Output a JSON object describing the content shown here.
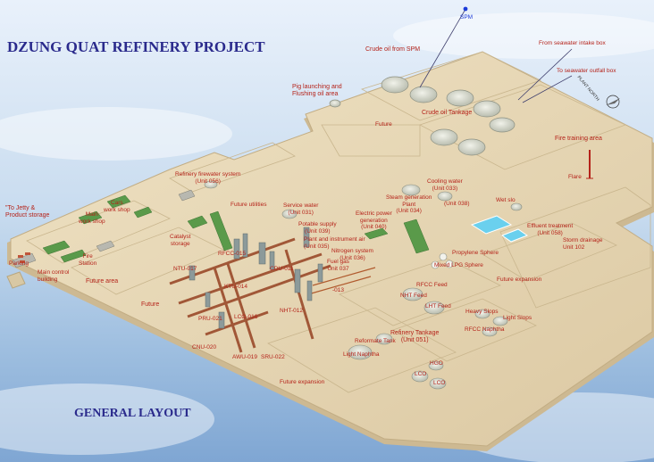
{
  "title": "DZUNG QUAT REFINERY PROJECT",
  "subtitle": "GENERAL LAYOUT",
  "north_label": "PLANT NORTH",
  "colors": {
    "label": "#b5231a",
    "title": "#2a2a8c",
    "ground": "#e6d6b4",
    "pipe": "#9a4a2a",
    "tank": "#cfd2c4",
    "building_green": "#5a9a4a",
    "pond": "#6ad0ee"
  },
  "labels": {
    "spm": "SPM",
    "crude_from_spm": "Crude oil from SPM",
    "seawater_intake": "From seawater intake box",
    "seawater_outfall": "To seawater outfall box",
    "pig_launching": "Pig launching and\nFlushing oil area",
    "crude_tankage": "Crude oil Tankage",
    "future_north": "Future",
    "fire_training": "Fire training area",
    "flare": "Flare",
    "refinery_firewater": "Refinery firewater system\n(Unit 056)",
    "cooling_water": "Cooling water\n(Unit 033)",
    "steam_generation": "Steam generation\nPlant\n(Unit 034)",
    "unit_038": "(Unit 038)",
    "waste_water": "Wet slo",
    "to_jetty": "\"To Jetty &\nProduct storage",
    "cars_workshop": "Cars\nwork shop",
    "main_workshop": "Main\nwork shop",
    "future_utilities": "Future utilities",
    "service_water": "Service water\n(Unit 031)",
    "electric_power": "Electric power\ngeneration\n(Unit 040)",
    "effluent_treatment": "Effluent treatment\n(Unit 058)",
    "storm_drainage": "Storm drainage\nUnit 102",
    "catalyst_storage": "Catalyst\nstorage",
    "potable_supply": "Potable supply\n(Unit 039)",
    "plant_instrument_air": "Plant and instrument air\n(Unit 035)",
    "nitrogen_system": "Nitrogen system\n(Unit 036)",
    "propylene_sphere": "Propylene Sphere",
    "mixed_lpg_sphere": "Mixed LPG Sphere",
    "fire_station": "Fire\nStation",
    "parking": "Parking",
    "main_control": "Main control\nbuilding",
    "future_area": "Future area",
    "ntu_017": "NTU-017",
    "rfcc_015": "RFCC-015",
    "cdu_011": "CDU-011",
    "fuel_gas": "Fuel gas\nUnit 037",
    "ktu_014": "KTU-014",
    "unit_013": "-013",
    "future_expansion_east": "Future expansion",
    "future_south": "Future",
    "prop_021": "PRU-021",
    "ldu_016": "LCO-016",
    "nht_012": "NHT-012",
    "rfcc_feed": "RFCC Feed",
    "nht_feed": "NHT Feed",
    "lht_feed": "LHT Feed",
    "heavy_slops": "Heavy Slops",
    "light_slops": "Light Slops",
    "rfcc_naphtha": "RFCC Naphtha",
    "refinery_tankage": "Refinery Tankage\n(Unit 051)",
    "reformate_tank": "Reformate Tank",
    "light_naphtha": "Light Naphtha",
    "hgo": "HGO",
    "lco_tank": "LCO",
    "lco_tank2": "LCO",
    "cnu_020": "CNU-020",
    "awu_019": "AWU-019",
    "sru_022": "SRU-022",
    "future_expansion_south": "Future expansion"
  }
}
